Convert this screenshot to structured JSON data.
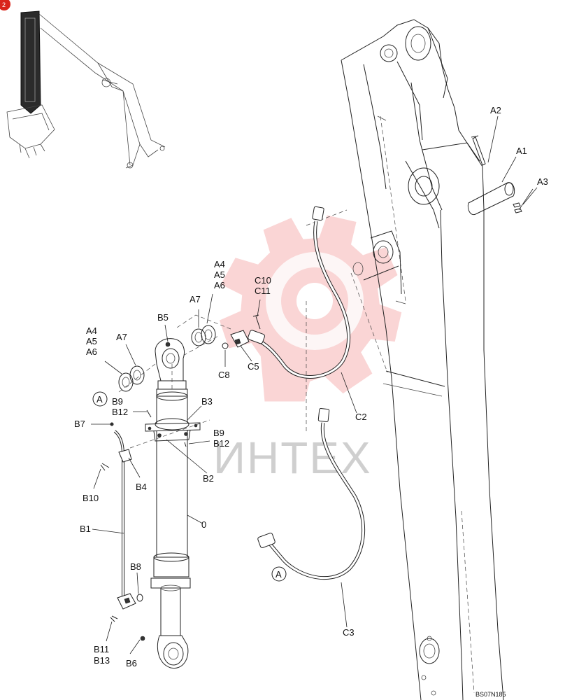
{
  "corner_badge": "2",
  "watermark": {
    "text": "ИНТЕХ",
    "color": "#f2a6a6"
  },
  "reference_code": "BS07N185",
  "callouts": {
    "A": "A"
  },
  "labels": {
    "a1": "A1",
    "a2": "A2",
    "a3": "A3",
    "a4_1": "A4",
    "a5_1": "A5",
    "a6_1": "A6",
    "a4_2": "A4",
    "a5_2": "A5",
    "a6_2": "A6",
    "a7_1": "A7",
    "a7_2": "A7",
    "b1": "B1",
    "b2": "B2",
    "b3": "B3",
    "b4": "B4",
    "b5": "B5",
    "b6": "B6",
    "b7": "B7",
    "b8": "B8",
    "b9_1": "B9",
    "b9_2": "B9",
    "b10": "B10",
    "b11": "B11",
    "b12_1": "B12",
    "b12_2": "B12",
    "b13": "B13",
    "c2": "C2",
    "c3": "C3",
    "c5": "C5",
    "c8": "C8",
    "c10": "C10",
    "c11": "C11",
    "zero": "0"
  }
}
